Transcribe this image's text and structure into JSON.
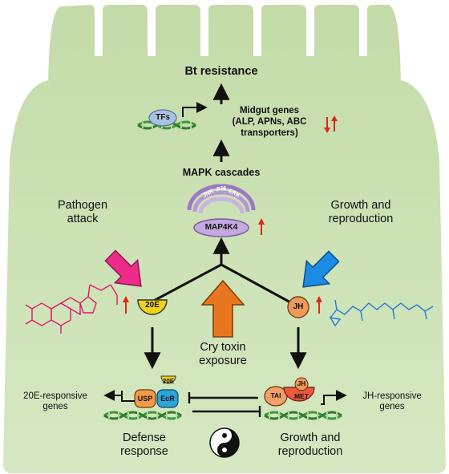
{
  "outputs": {
    "bt_resistance": "Bt resistance",
    "midgut_genes": [
      "Midgut genes",
      "(ALP, APNs, ABC",
      "transporters)"
    ],
    "mapk_cascades": "MAPK cascades"
  },
  "nodes": {
    "tfs": "TFs",
    "map4k4": "MAP4K4",
    "jnk": "JNK",
    "p38": "p38",
    "erk": "ERK",
    "e20": "20E",
    "jh": "JH",
    "usp": "USP",
    "ecr": "EcR",
    "e20_small": "20E",
    "tai": "TAI",
    "jh_small": "JH",
    "met": "MET"
  },
  "inputs": {
    "pathogen": [
      "Pathogen",
      "attack"
    ],
    "growth_top": [
      "Growth and",
      "reproduction"
    ],
    "cry": [
      "Cry toxin",
      "exposure"
    ]
  },
  "bottom": {
    "e20_responsive": [
      "20E-responsive",
      "genes"
    ],
    "jh_responsive": [
      "JH-responsive",
      "genes"
    ],
    "defense": [
      "Defense",
      "response"
    ],
    "growth_bottom": [
      "Growth and",
      "reproduction"
    ]
  },
  "colors": {
    "cell_fill": "#cfe3b8",
    "cell_top": "#bcd6a0",
    "pathogen_arrow": "#ee2a8a",
    "growth_arrow": "#1c8be3",
    "cry_arrow": "#e9761e",
    "up_arrow": "#e3241b",
    "ecdysone_structure": "#e0186f",
    "jh_structure": "#1f7bd6",
    "map4k4_fill": "#c5a8dd",
    "mapk_arcs": "#a07cc8",
    "tfs_fill": "#a9c2e4",
    "e20_fill": "#f2d21c",
    "jh_fill": "#ee9a5a",
    "usp_fill": "#f39a45",
    "ecr_fill": "#2aa6d8",
    "tai_fill": "#f1a06a",
    "met_fill": "#ea5a3c",
    "dna_green": "#3b9a3b"
  },
  "icons": {
    "yin_yang": "yin-yang-icon",
    "dna": "dna-helix-icon"
  }
}
